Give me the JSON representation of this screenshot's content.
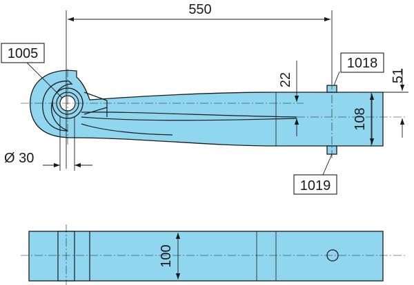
{
  "colors": {
    "part_fill": "#8fd6ee",
    "line": "#1a1a1a",
    "background": "#ffffff"
  },
  "dimensions": {
    "length": "550",
    "eye_diameter": "Ø 30",
    "thickness_offset": "22",
    "end_height": "108",
    "end_offset": "51",
    "width": "100"
  },
  "part_refs": {
    "eye_bush": "1005",
    "upper_bolt": "1018",
    "lower_bolt": "1019"
  }
}
